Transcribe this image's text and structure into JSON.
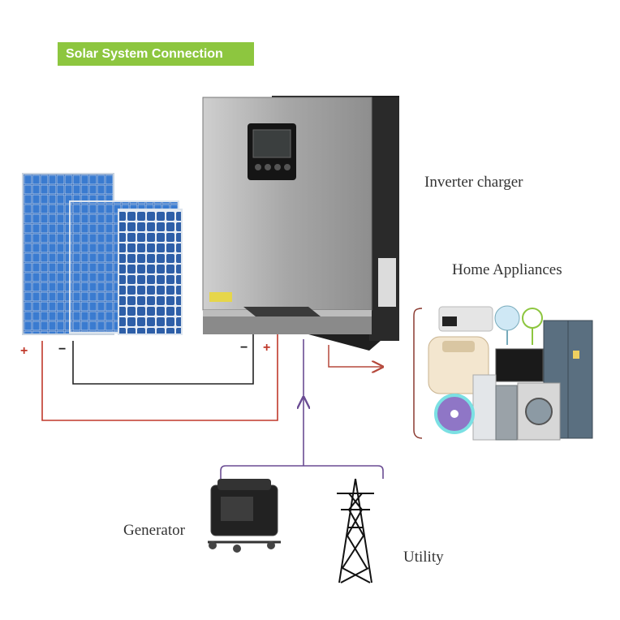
{
  "header": {
    "title": "Solar System Connection"
  },
  "labels": {
    "inverter": "Inverter charger",
    "appliances": "Home Appliances",
    "generator": "Generator",
    "utility": "Utility"
  },
  "polarity": {
    "left_plus": "+",
    "left_minus": "−",
    "right_minus": "−",
    "right_plus": "+"
  },
  "colors": {
    "title_bg": "#8dc63f",
    "dc_positive_wire": "#c0392b",
    "dc_negative_wire": "#222222",
    "ac_input_wire": "#6a4c93",
    "ac_output_wire": "#b5483b"
  },
  "icons": [
    "solar-panel-icon",
    "inverter-icon",
    "appliances-icon",
    "generator-icon",
    "transmission-tower-icon"
  ]
}
